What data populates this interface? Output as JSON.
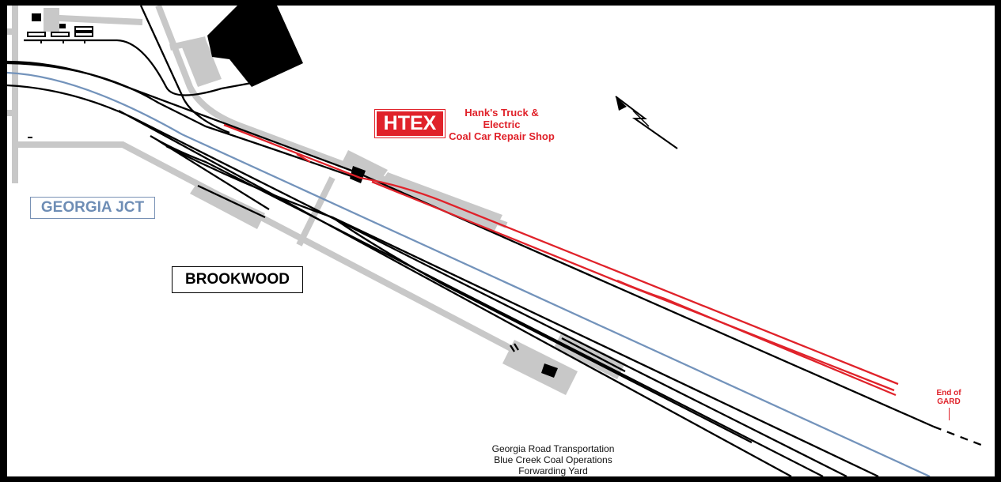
{
  "labels": {
    "htex": "HTEX",
    "hanks_shop": [
      "Hank's Truck &",
      "Electric",
      "Coal Car Repair Shop"
    ],
    "georgia_jct": "GEORGIA JCT",
    "brookwood": "BROOKWOOD",
    "end_of_gard": [
      "End of",
      "GARD"
    ],
    "yard_caption": [
      "Georgia Road Transportation",
      "Blue Creek Coal Operations",
      "Forwarding Yard"
    ]
  },
  "colors": {
    "track": "#000000",
    "mainline_blue": "#7393bb",
    "htex_red": "#e0222a",
    "road_gray": "#c8c8c8"
  },
  "icons": [
    "north-arrow-icon"
  ]
}
